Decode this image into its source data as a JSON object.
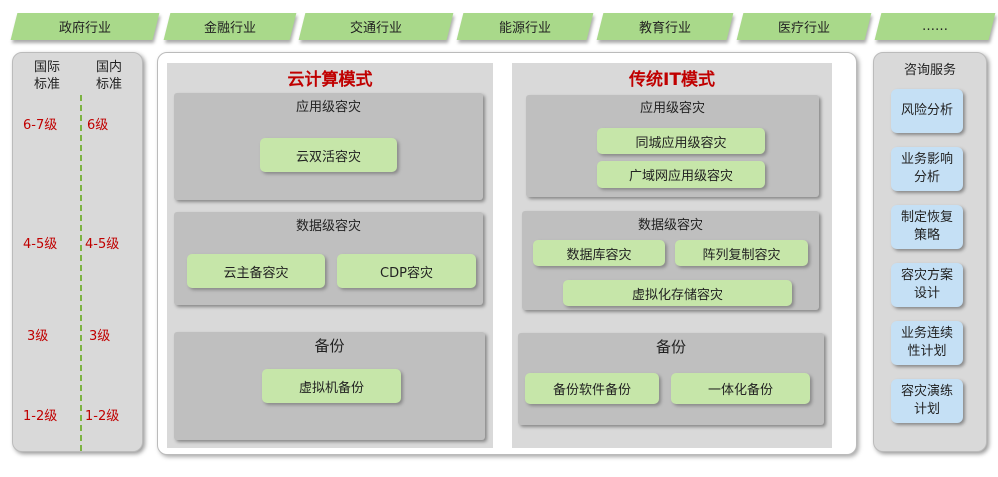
{
  "industries": [
    "政府行业",
    "金融行业",
    "交通行业",
    "能源行业",
    "教育行业",
    "医疗行业",
    "……"
  ],
  "standards": {
    "intl_label": "国际\n标准",
    "domestic_label": "国内\n标准",
    "levels": [
      {
        "intl": "6-7级",
        "domestic": "6级"
      },
      {
        "intl": "4-5级",
        "domestic": "4-5级"
      },
      {
        "intl": "3级",
        "domestic": "3级"
      },
      {
        "intl": "1-2级",
        "domestic": "1-2级"
      }
    ]
  },
  "cloud": {
    "title": "云计算模式",
    "app": {
      "title": "应用级容灾",
      "items": [
        "云双活容灾"
      ]
    },
    "data": {
      "title": "数据级容灾",
      "items": [
        "云主备容灾",
        "CDP容灾"
      ]
    },
    "backup": {
      "title": "备份",
      "items": [
        "虚拟机备份"
      ]
    }
  },
  "traditional": {
    "title": "传统IT模式",
    "app": {
      "title": "应用级容灾",
      "items": [
        "同城应用级容灾",
        "广域网应用级容灾"
      ]
    },
    "data": {
      "title": "数据级容灾",
      "items": [
        "数据库容灾",
        "阵列复制容灾",
        "虚拟化存储容灾"
      ]
    },
    "backup": {
      "title": "备份",
      "items": [
        "备份软件备份",
        "一体化备份"
      ]
    }
  },
  "consulting": {
    "title": "咨询服务",
    "items": [
      "风险分析",
      "业务影响\n分析",
      "制定恢复\n策略",
      "容灾方案\n设计",
      "业务连续\n性计划",
      "容灾演练\n计划"
    ]
  },
  "colors": {
    "green": "#a9d98a",
    "red": "#c00000",
    "blue": "#c5e0f5"
  }
}
